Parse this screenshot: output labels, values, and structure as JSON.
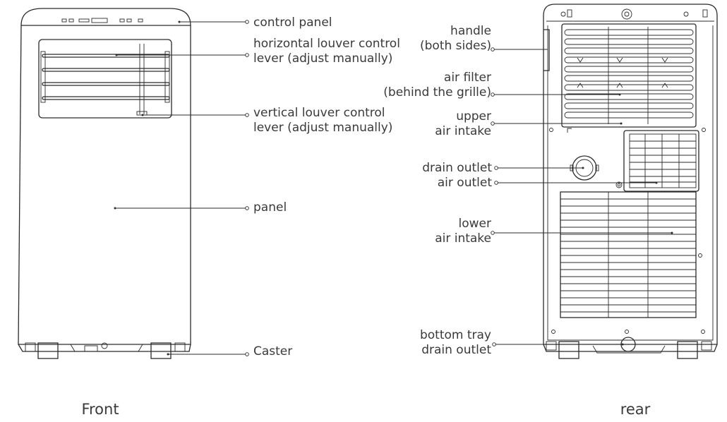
{
  "front": {
    "caption": "Front",
    "labels": {
      "control_panel": [
        "control panel"
      ],
      "horizontal_louver": [
        "horizontal louver control",
        "lever (adjust manually)"
      ],
      "vertical_louver": [
        "vertical louver control",
        "lever (adjust manually)"
      ],
      "panel": [
        "panel"
      ],
      "caster": [
        "Caster"
      ]
    }
  },
  "rear": {
    "caption": "rear",
    "labels": {
      "handle": [
        "handle",
        "(both sides)"
      ],
      "air_filter": [
        "air filter",
        "(behind the grille)"
      ],
      "upper_air_intake": [
        "upper",
        "air intake"
      ],
      "drain_outlet": [
        "drain outlet"
      ],
      "air_outlet": [
        "air outlet"
      ],
      "lower_air_intake": [
        "lower",
        "air intake"
      ],
      "bottom_tray_drain_outlet": [
        "bottom tray",
        "drain outlet"
      ]
    }
  }
}
